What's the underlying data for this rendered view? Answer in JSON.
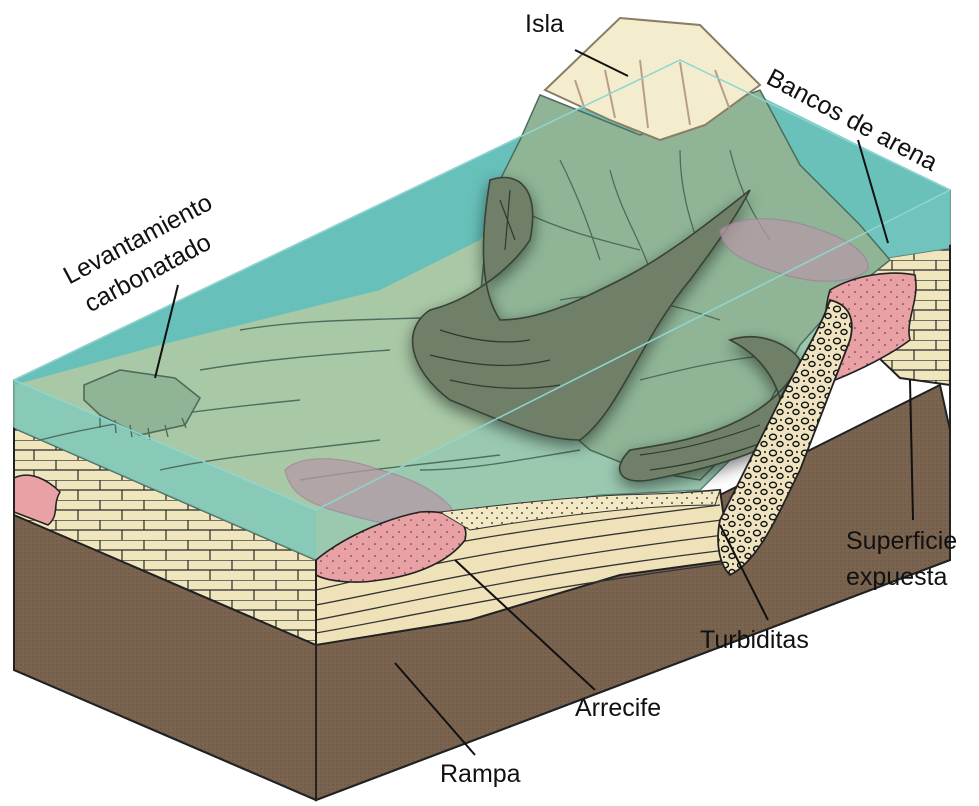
{
  "labels": {
    "island": "Isla",
    "sand_banks": "Bancos de arena",
    "carbonate_uplift_line1": "Levantamiento",
    "carbonate_uplift_line2": "carbonatado",
    "exposed_surface_line1": "Superficie",
    "exposed_surface_line2": "expuesta",
    "turbidites": "Turbiditas",
    "reef": "Arrecife",
    "ramp": "Rampa"
  },
  "colors": {
    "sea": "#5fbfbd",
    "sea_floor": "#a9c9a6",
    "slope": "#8fb596",
    "island_top": "#f4edcd",
    "slump": "#6f7f68",
    "reef": "#e9a1a6",
    "limestone": "#f0e6bd",
    "basement": "#7a6450",
    "sand_bank": "#b59aa6"
  }
}
